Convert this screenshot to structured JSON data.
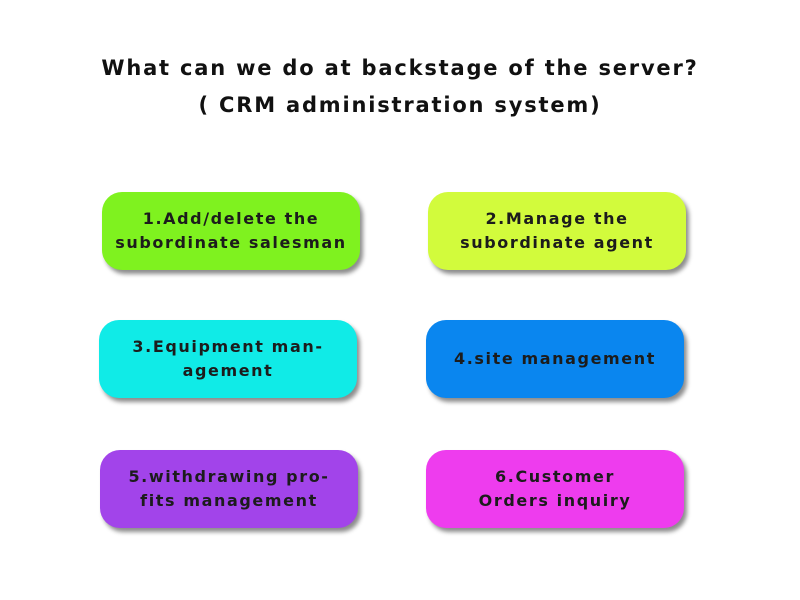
{
  "title": {
    "line1": "What can we do at backstage of the server?",
    "line2": "( CRM administration system)"
  },
  "cards": [
    {
      "lines": [
        "1.Add/delete the",
        "subordinate salesman"
      ],
      "color": "#7ff21f"
    },
    {
      "lines": [
        "2.Manage the",
        "subordinate agent"
      ],
      "color": "#d2fb3c"
    },
    {
      "lines": [
        "3.Equipment man-",
        "agement"
      ],
      "color": "#10ebe7"
    },
    {
      "lines": [
        "4.site management"
      ],
      "color": "#0a86ef"
    },
    {
      "lines": [
        "5.withdrawing pro-",
        "fits management"
      ],
      "color": "#a244ea"
    },
    {
      "lines": [
        "6.Customer",
        "Orders inquiry"
      ],
      "color": "#ee3cee"
    }
  ]
}
